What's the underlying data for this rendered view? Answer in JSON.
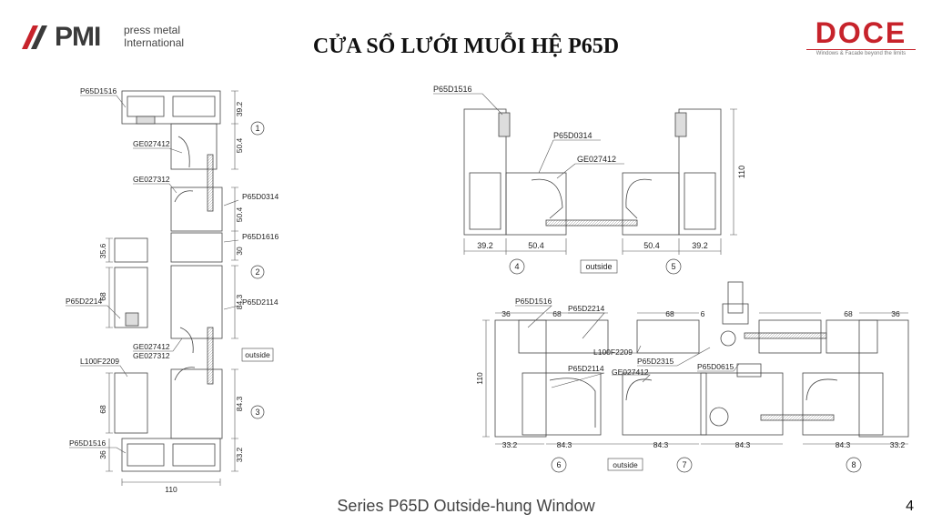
{
  "brand_left": {
    "name": "PMI",
    "sub1": "press metal",
    "sub2": "International",
    "icon": "pmi-logo-icon"
  },
  "brand_right": {
    "name": "DOCE",
    "tagline": "Windows & Facade beyond the limits",
    "color": "#c7232b"
  },
  "title": "CỬA SỔ LƯỚI MUỖI HỆ P65D",
  "footer": "Series P65D Outside-hung Window",
  "page_number": "4",
  "left_section": {
    "labels": [
      "P65D1516",
      "GE027412",
      "GE027312",
      "P65D0314",
      "P65D1616",
      "P65D2214",
      "P65D2114",
      "GE027412",
      "GE027312",
      "L100F2209",
      "P65D1516"
    ],
    "dims": [
      "39.2",
      "50.4",
      "50.4",
      "30",
      "35.6",
      "68",
      "84.3",
      "68",
      "84.3",
      "36",
      "33.2",
      "110"
    ],
    "markers": [
      "1",
      "2",
      "3"
    ],
    "outside": "outside"
  },
  "top_right_section": {
    "labels": [
      "P65D1516",
      "P65D0314",
      "GE027412"
    ],
    "dims": [
      "110",
      "39.2",
      "50.4",
      "50.4",
      "39.2"
    ],
    "markers": [
      "4",
      "5"
    ],
    "outside": "outside"
  },
  "bottom_right_section": {
    "labels": [
      "P65D1516",
      "P65D2214",
      "L100F2209",
      "P65D2315",
      "P65D0615",
      "P65D2114",
      "GE027412"
    ],
    "dims_top": [
      "36",
      "68",
      "68",
      "6",
      "68",
      "36"
    ],
    "dims_bottom": [
      "33.2",
      "84.3",
      "84.3",
      "84.3",
      "84.3",
      "33.2"
    ],
    "dim_height": "110",
    "markers": [
      "6",
      "7",
      "8"
    ],
    "outside": "outside"
  }
}
